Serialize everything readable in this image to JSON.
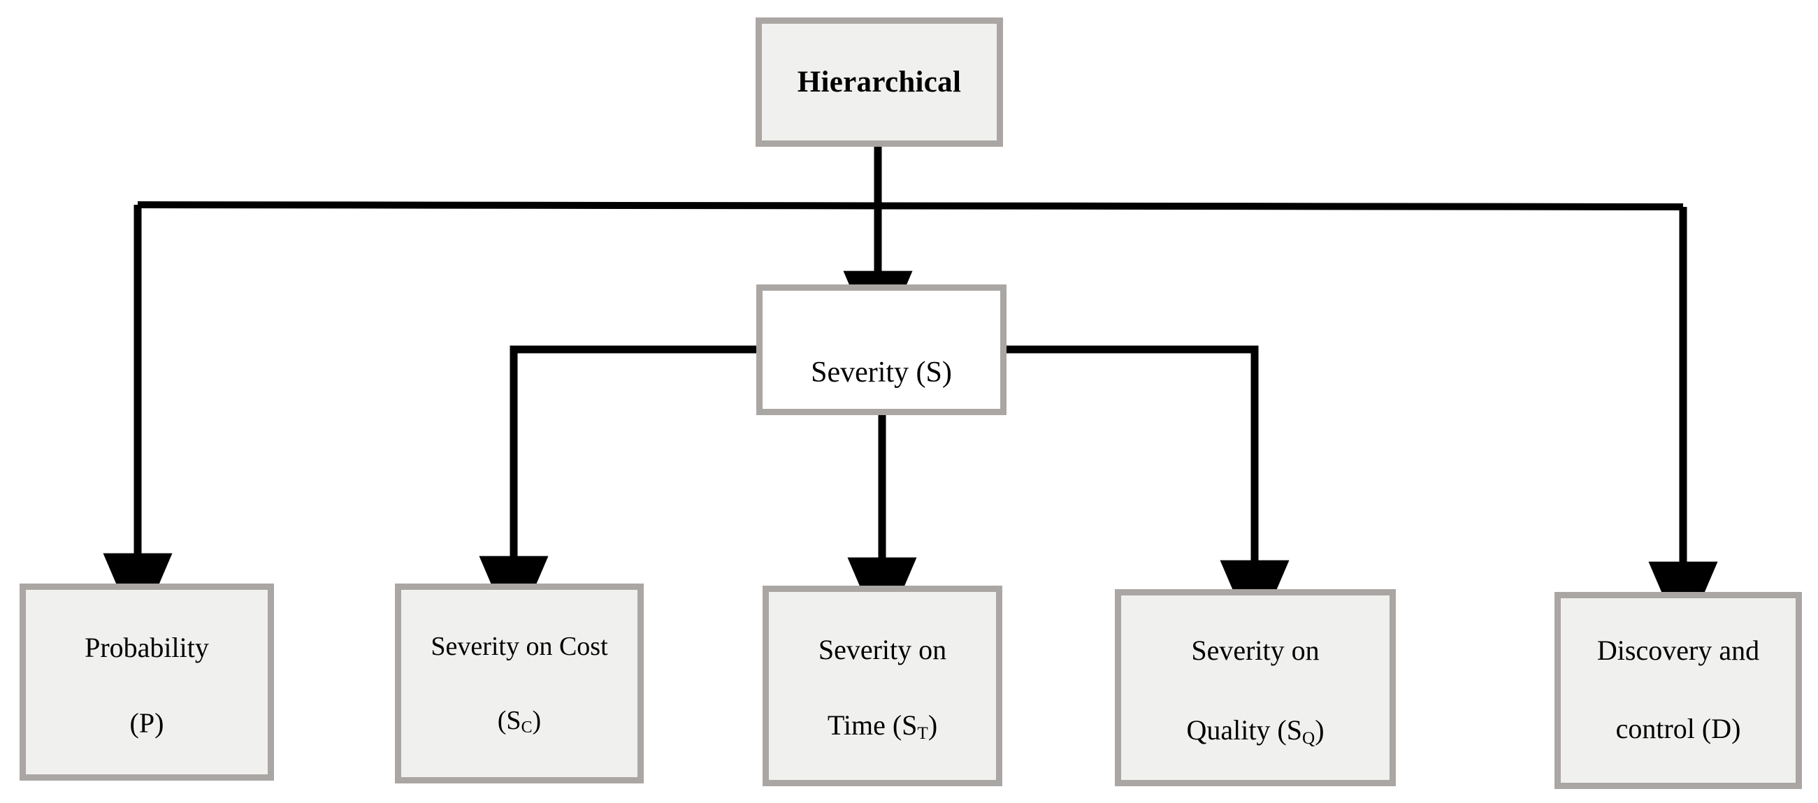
{
  "diagram": {
    "title": "Hierarchical",
    "type": "hierarchy-tree",
    "background_color": "#ffffff",
    "edge_color": "#000000",
    "node_border_color": "#aaa6a3",
    "node_fill_filled": "#f0f0ef",
    "node_fill_plain": "#ffffff"
  },
  "nodes": {
    "root": {
      "label": "Hierarchical",
      "level": 0,
      "fill": "filled",
      "bold": true
    },
    "severity": {
      "label": "Severity (S)",
      "level": 1,
      "fill": "plain",
      "bold": false
    },
    "leaves": [
      {
        "name": "probability",
        "line_1": "Probability",
        "line_2_pre": "(P",
        "line_2_sub": "",
        "line_2_post": ")",
        "parent": "root"
      },
      {
        "name": "severity-cost",
        "line_1": "Severity on Cost",
        "line_2_pre": "(S",
        "line_2_sub": "C",
        "line_2_post": ")",
        "parent": "severity"
      },
      {
        "name": "severity-time",
        "line_1": "Severity on",
        "line_2_pre": "Time (S",
        "line_2_sub": "T",
        "line_2_post": ")",
        "parent": "severity"
      },
      {
        "name": "severity-quality",
        "line_1": "Severity on",
        "line_2_pre": "Quality (S",
        "line_2_sub": "Q",
        "line_2_post": ")",
        "parent": "severity"
      },
      {
        "name": "discovery",
        "line_1": "Discovery and",
        "line_2_pre": "control (D",
        "line_2_sub": "",
        "line_2_post": ")",
        "parent": "root"
      }
    ]
  },
  "edges": [
    {
      "from": "root",
      "to": "severity",
      "style": "straight-down-arrow"
    },
    {
      "from": "root",
      "to": "probability",
      "style": "bus-left-elbow-arrow"
    },
    {
      "from": "root",
      "to": "discovery",
      "style": "bus-right-elbow-arrow"
    },
    {
      "from": "severity",
      "to": "severity-cost",
      "style": "side-left-elbow-arrow"
    },
    {
      "from": "severity",
      "to": "severity-time",
      "style": "straight-down-arrow"
    },
    {
      "from": "severity",
      "to": "severity-quality",
      "style": "side-right-elbow-arrow"
    }
  ]
}
